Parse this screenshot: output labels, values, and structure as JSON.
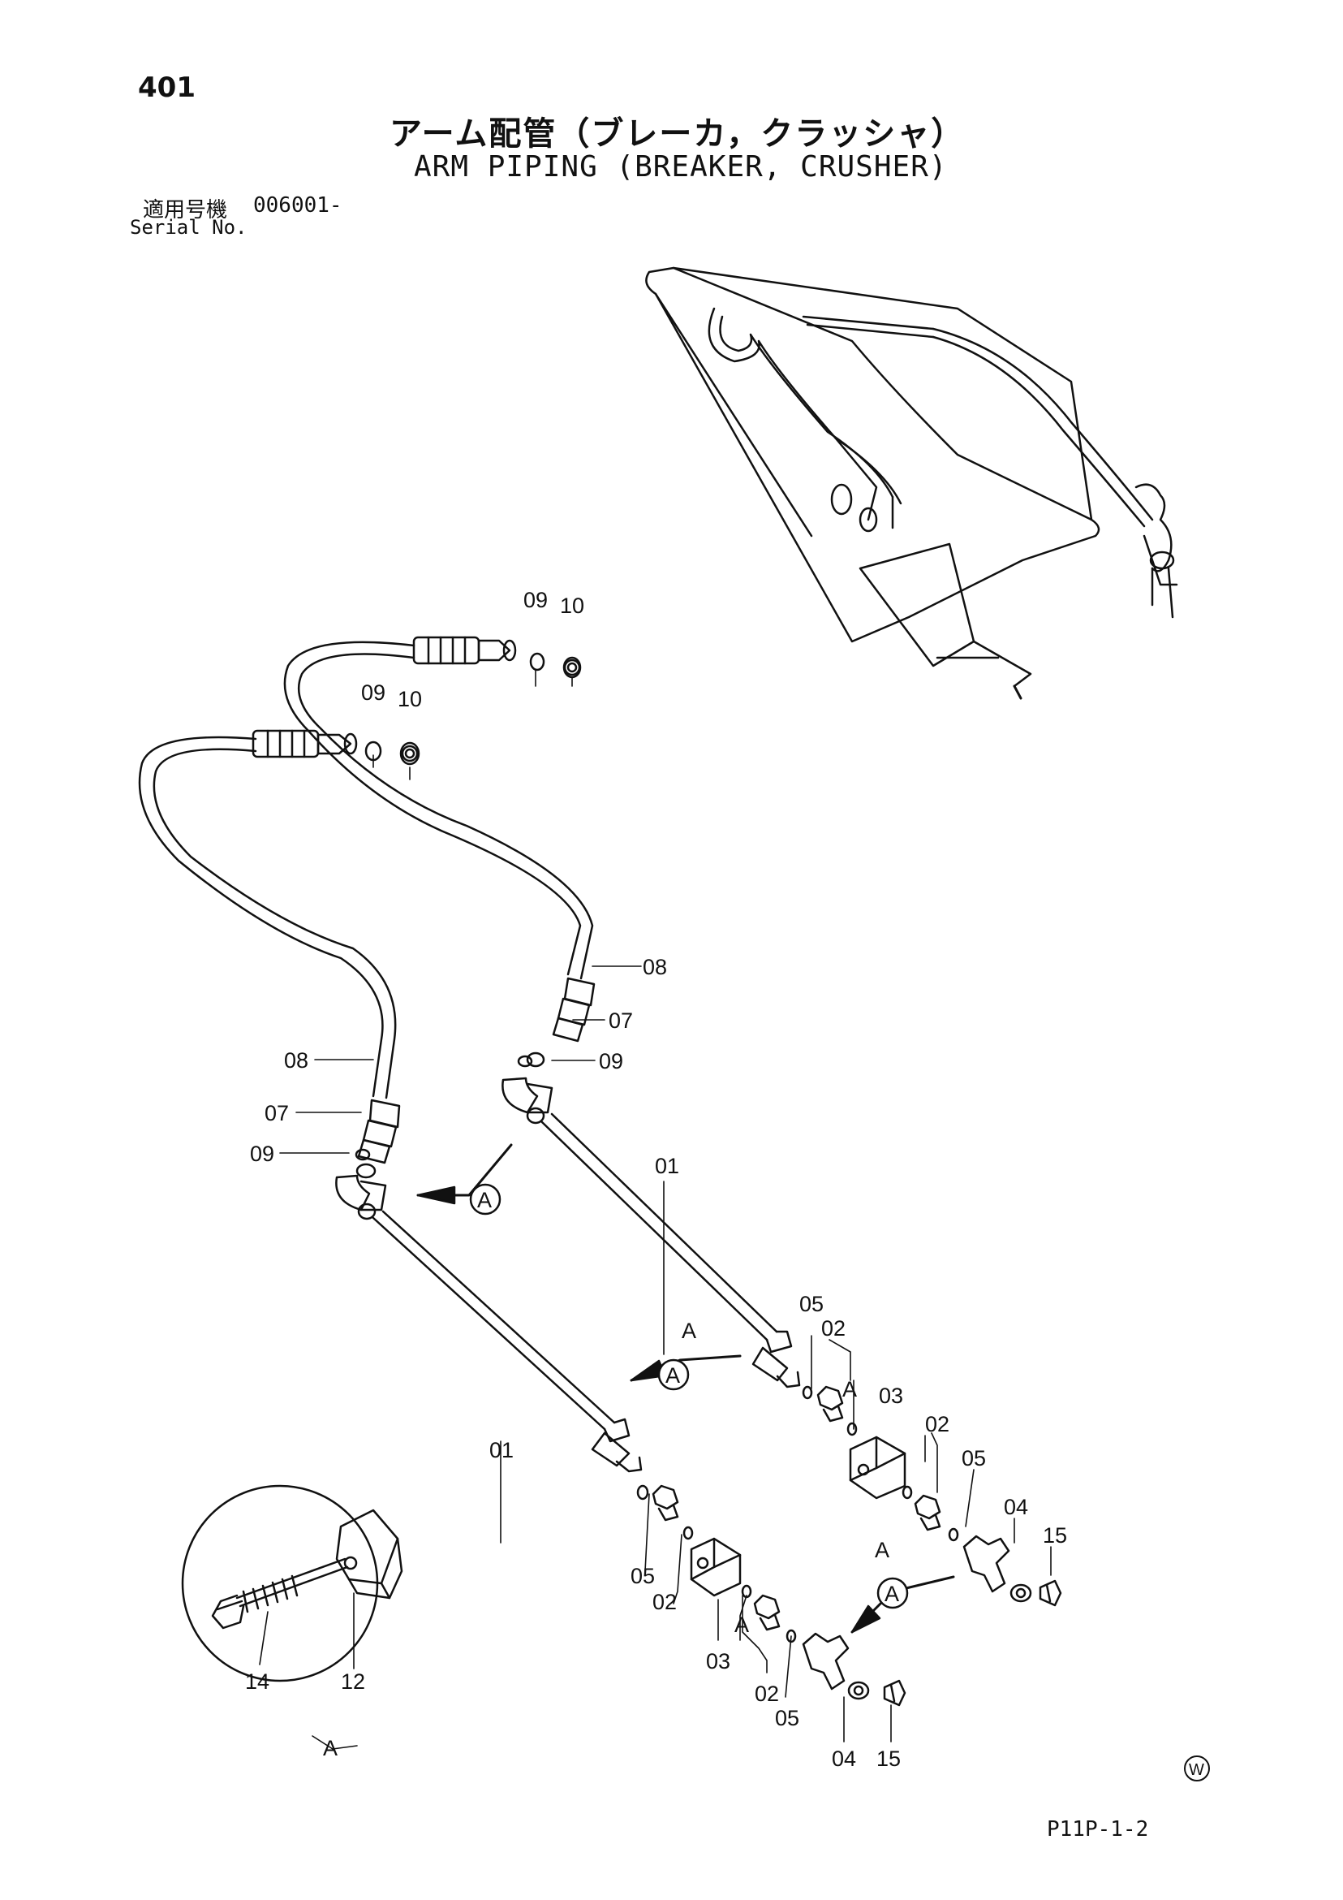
{
  "page_number": "401",
  "title_jp": "アーム配管（ブレーカ，クラッシャ）",
  "title_en": "ARM PIPING (BREAKER, CRUSHER)",
  "serial": {
    "label_jp": "適用号機",
    "value": "006001-",
    "label_en": "Serial No."
  },
  "part_labels": {
    "p01a": "01",
    "p01b": "01",
    "p02a": "02",
    "p02b": "02",
    "p02c": "02",
    "p02d": "02",
    "p03a": "03",
    "p03b": "03",
    "p04a": "04",
    "p04b": "04",
    "p05a": "05",
    "p05b": "05",
    "p05c": "05",
    "p05d": "05",
    "p07a": "07",
    "p07b": "07",
    "p08a": "08",
    "p08b": "08",
    "p09a": "09",
    "p09b": "09",
    "p09c": "09",
    "p09d": "09",
    "p10a": "10",
    "p10b": "10",
    "p12": "12",
    "p14": "14",
    "p15a": "15",
    "p15b": "15"
  },
  "detail_marker": "A",
  "connection_marks": {
    "a1": "A",
    "a2": "A",
    "a3": "A",
    "a4": "A"
  },
  "detail_caption": "A",
  "footer_code": "P11P-1-2",
  "corner_mark": "W"
}
